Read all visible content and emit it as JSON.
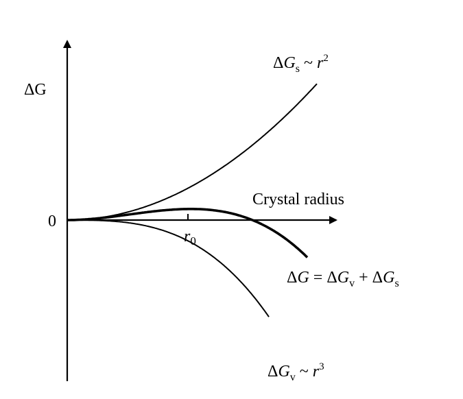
{
  "diagram": {
    "y_axis_label": "ΔG",
    "zero_label": "0",
    "x_axis_label": "Crystal radius",
    "r0_label": "r",
    "r0_subscript": "0",
    "curves": {
      "surface": {
        "delta": "Δ",
        "var": "G",
        "sub": "s",
        "rel": " ~ ",
        "r": "r",
        "exp": "2"
      },
      "total": {
        "delta": "Δ",
        "var": "G",
        "eq": " = ",
        "delta2": "Δ",
        "var2": "G",
        "sub2": "v",
        "plus": " + ",
        "delta3": "Δ",
        "var3": "G",
        "sub3": "s"
      },
      "volume": {
        "delta": "Δ",
        "var": "G",
        "sub": "v",
        "rel": " ~ ",
        "r": "r",
        "exp": "3"
      }
    }
  }
}
